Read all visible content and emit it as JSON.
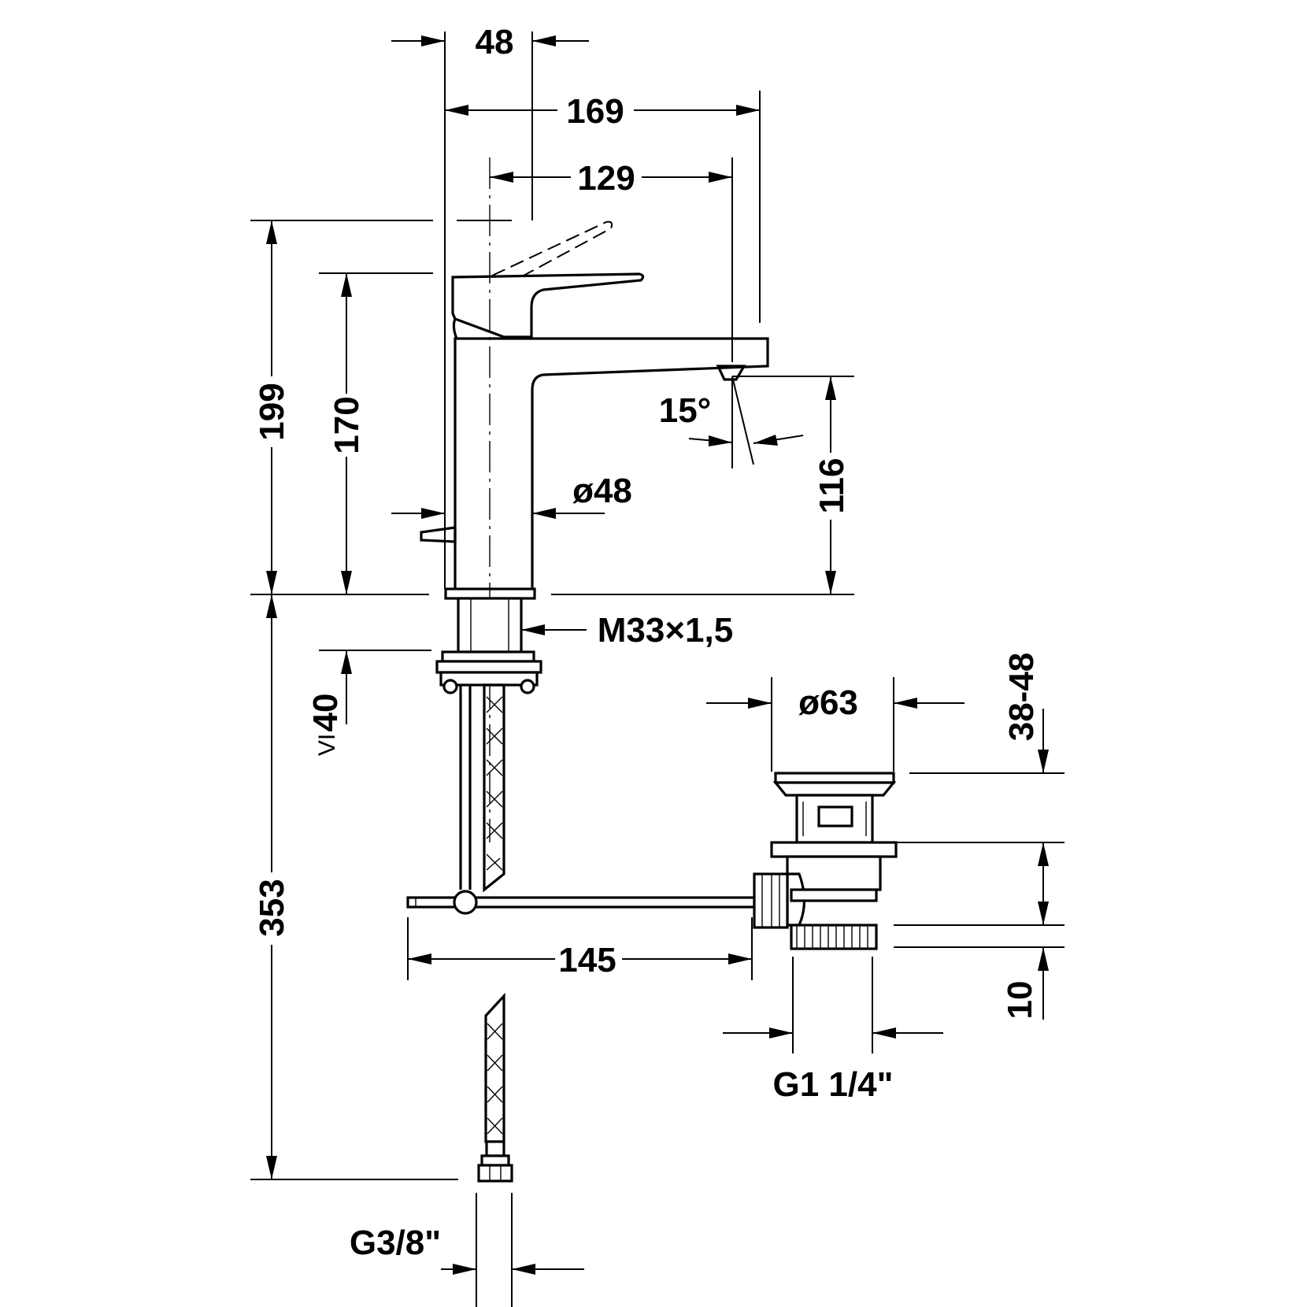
{
  "dimensions": {
    "d48_top": "48",
    "d169": "169",
    "d129": "129",
    "d199": "199",
    "d170": "170",
    "d15deg": "15°",
    "d116": "116",
    "d48_dia": "ø48",
    "thread_m33": "M33×1,5",
    "d40": "40",
    "d40_symbol": "VI",
    "d63_dia": "ø63",
    "d38_48": "38-48",
    "d353": "353",
    "d145": "145",
    "d10": "10",
    "g1_1_4": "G1 1/4\"",
    "g3_8": "G3/8\""
  }
}
